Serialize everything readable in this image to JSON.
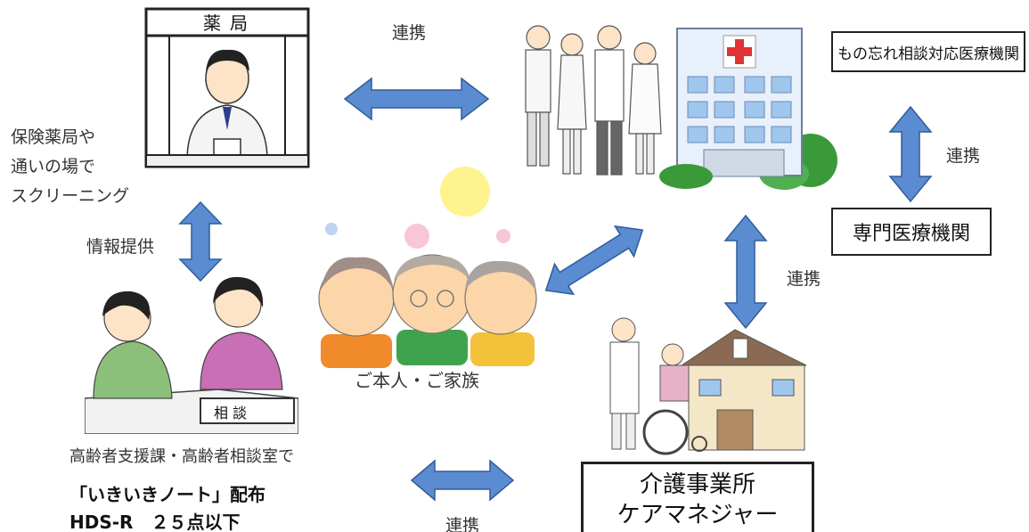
{
  "pharmacy": {
    "sign": "薬局",
    "caption": [
      "保険薬局や",
      "通いの場で",
      "スクリーニング"
    ]
  },
  "labels": {
    "renkei": "連携",
    "joho_teikyo": "情報提供"
  },
  "hospital": {
    "box_label": "もの忘れ相談対応医療機関"
  },
  "specialist": {
    "box_label": "専門医療機関"
  },
  "family": {
    "caption": "ご本人・ご家族"
  },
  "consult": {
    "desk_sign": "相 談",
    "caption": "高齢者支援課・高齢者相談室で",
    "line1": "「いきいきノート」配布",
    "line2": "HDS-R　２５点以下"
  },
  "care": {
    "box_line1": "介護事業所",
    "box_line2": "ケアマネジャー"
  },
  "colors": {
    "arrow_fill": "#5b8bd0",
    "arrow_stroke": "#2f5d9c",
    "hospital_cross": "#e23333",
    "tree_green": "#3a9a3a"
  },
  "icons": [
    "double-arrow-icon",
    "pharmacist-illustration",
    "hospital-illustration",
    "elderly-family-illustration",
    "consultation-illustration",
    "care-facility-illustration"
  ]
}
